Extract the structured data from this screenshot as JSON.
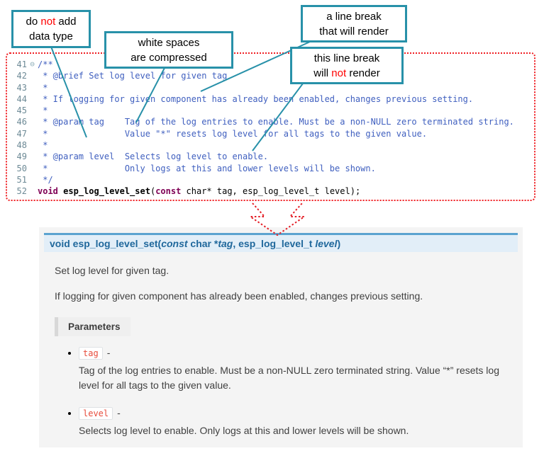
{
  "colors": {
    "callout_border": "#2891a9",
    "annotation_red": "#ff0000",
    "code_border": "#f01f23",
    "comment_blue": "#3f5fbf",
    "keyword_purple": "#7f0055",
    "signature_bg": "#e2eef8",
    "signature_border": "#5ba3d0",
    "signature_text": "#20689c",
    "param_name_red": "#e74c3c",
    "docs_panel_bg": "#f4f4f4"
  },
  "callouts": {
    "no_datatype": {
      "l1a": "do ",
      "l1b": "not",
      "l1c": " add",
      "l2": "data type"
    },
    "whitespace": {
      "l1": "white spaces",
      "l2": "are compressed"
    },
    "break_render": {
      "l1": "a line break",
      "l2": "that will render"
    },
    "break_norender": {
      "l1": "this line break",
      "l2a": "will ",
      "l2b": "not",
      "l2c": " render"
    }
  },
  "code": {
    "lines": [
      {
        "num": "41",
        "fold": "⊖",
        "text": "/**"
      },
      {
        "num": "42",
        "text": " * @brief Set log level for given tag"
      },
      {
        "num": "43",
        "text": " *"
      },
      {
        "num": "44",
        "text": " * If logging for given component has already been enabled, changes previous setting."
      },
      {
        "num": "45",
        "text": " *"
      },
      {
        "num": "46",
        "text": " * @param tag    Tag of the log entries to enable. Must be a non-NULL zero terminated string."
      },
      {
        "num": "47",
        "text": " *               Value \"*\" resets log level for all tags to the given value."
      },
      {
        "num": "48",
        "text": " *"
      },
      {
        "num": "49",
        "text": " * @param level  Selects log level to enable."
      },
      {
        "num": "50",
        "text": " *               Only logs at this and lower levels will be shown."
      },
      {
        "num": "51",
        "text": " */"
      }
    ],
    "line52": {
      "num": "52",
      "kw_void": "void ",
      "name": "esp_log_level_set",
      "open": "(",
      "kw_const": "const",
      "rest": " char* tag, esp_log_level_t level);"
    }
  },
  "docs": {
    "signature": {
      "kw": "void ",
      "name": "esp_log_level_set",
      "open": "(",
      "const_kw": "const",
      "type1": " char *",
      "arg1": "tag",
      "mid": ", esp_log_level_t ",
      "arg2": "level",
      "close": ")"
    },
    "para1": "Set log level for given tag.",
    "para2": "If logging for given component has already been enabled, changes previous setting.",
    "params_label": "Parameters",
    "dash": "-",
    "params": [
      {
        "name": "tag",
        "desc": "Tag of the log entries to enable. Must be a non-NULL zero terminated string. Value “*” resets log level for all tags to the given value."
      },
      {
        "name": "level",
        "desc": "Selects log level to enable. Only logs at this and lower levels will be shown."
      }
    ]
  }
}
